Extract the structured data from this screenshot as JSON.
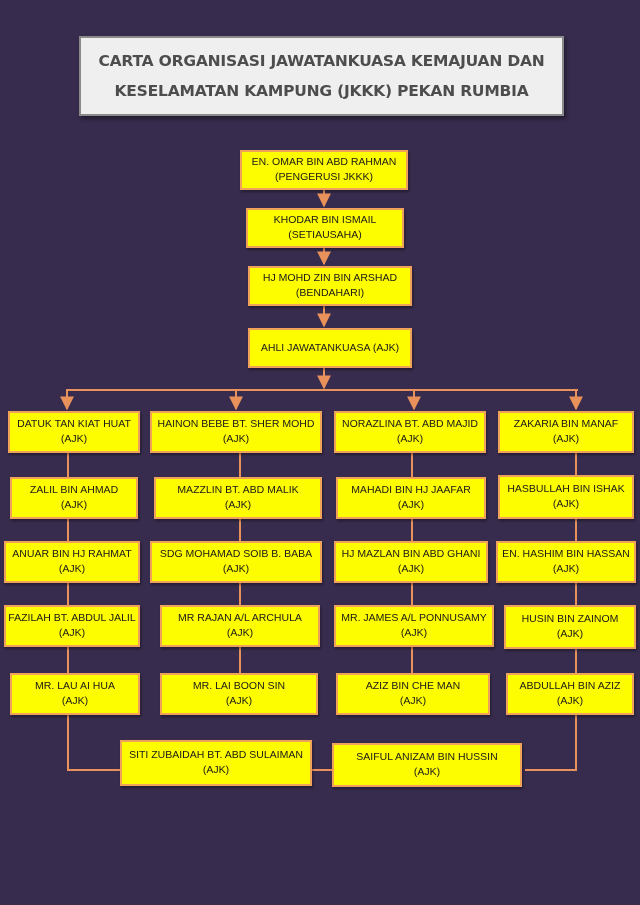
{
  "title": {
    "line1": "CARTA ORGANISASI JAWATANKUASA KEMAJUAN DAN",
    "line2": "KESELAMATAN KAMPUNG (JKKK)  PEKAN RUMBIA"
  },
  "colors": {
    "background": "#372c4d",
    "box_fill": "#fdfd00",
    "box_border": "#f0a15a",
    "connector": "#e9915a"
  },
  "nodes": {
    "chairman": {
      "name": "EN. OMAR BIN ABD RAHMAN",
      "role": "(PENGERUSI JKKK)"
    },
    "secretary": {
      "name": "KHODAR BIN ISMAIL",
      "role": "(SETIAUSAHA)"
    },
    "treasurer": {
      "name": "HJ MOHD ZIN BIN ARSHAD",
      "role": "(BENDAHARI)"
    },
    "committee": {
      "name": "AHLI JAWATANKUASA (AJK)"
    },
    "col1": [
      {
        "name": "DATUK TAN KIAT HUAT",
        "role": "(AJK)"
      },
      {
        "name": "ZALIL BIN AHMAD",
        "role": "(AJK)"
      },
      {
        "name": "ANUAR BIN HJ RAHMAT",
        "role": "(AJK)"
      },
      {
        "name": "FAZILAH BT. ABDUL JALIL",
        "role": "(AJK)"
      },
      {
        "name": "MR. LAU AI HUA",
        "role": "(AJK)"
      }
    ],
    "col2": [
      {
        "name": "HAINON BEBE BT. SHER MOHD",
        "role": "(AJK)"
      },
      {
        "name": "MAZZLIN BT. ABD MALIK",
        "role": "(AJK)"
      },
      {
        "name": "SDG MOHAMAD SOIB B. BABA",
        "role": "(AJK)"
      },
      {
        "name": "MR RAJAN A/L ARCHULA",
        "role": "(AJK)"
      },
      {
        "name": "MR. LAI BOON SIN",
        "role": "(AJK)"
      }
    ],
    "col3": [
      {
        "name": "NORAZLINA BT. ABD MAJID",
        "role": "(AJK)"
      },
      {
        "name": "MAHADI BIN HJ JAAFAR",
        "role": "(AJK)"
      },
      {
        "name": "HJ MAZLAN BIN ABD GHANI",
        "role": "(AJK)"
      },
      {
        "name": "MR. JAMES A/L PONNUSAMY",
        "role": "(AJK)"
      },
      {
        "name": "AZIZ BIN CHE MAN",
        "role": "(AJK)"
      }
    ],
    "col4": [
      {
        "name": "ZAKARIA BIN MANAF",
        "role": "(AJK)"
      },
      {
        "name": "HASBULLAH BIN ISHAK",
        "role": "(AJK)"
      },
      {
        "name": "EN. HASHIM BIN HASSAN",
        "role": "(AJK)"
      },
      {
        "name": "HUSIN BIN ZAINOM",
        "role": "(AJK)"
      },
      {
        "name": "ABDULLAH BIN AZIZ",
        "role": "(AJK)"
      }
    ],
    "bottom": [
      {
        "name": "SITI ZUBAIDAH BT. ABD SULAIMAN",
        "role": "(AJK)"
      },
      {
        "name": "SAIFUL ANIZAM BIN HUSSIN",
        "role": "(AJK)"
      }
    ]
  }
}
